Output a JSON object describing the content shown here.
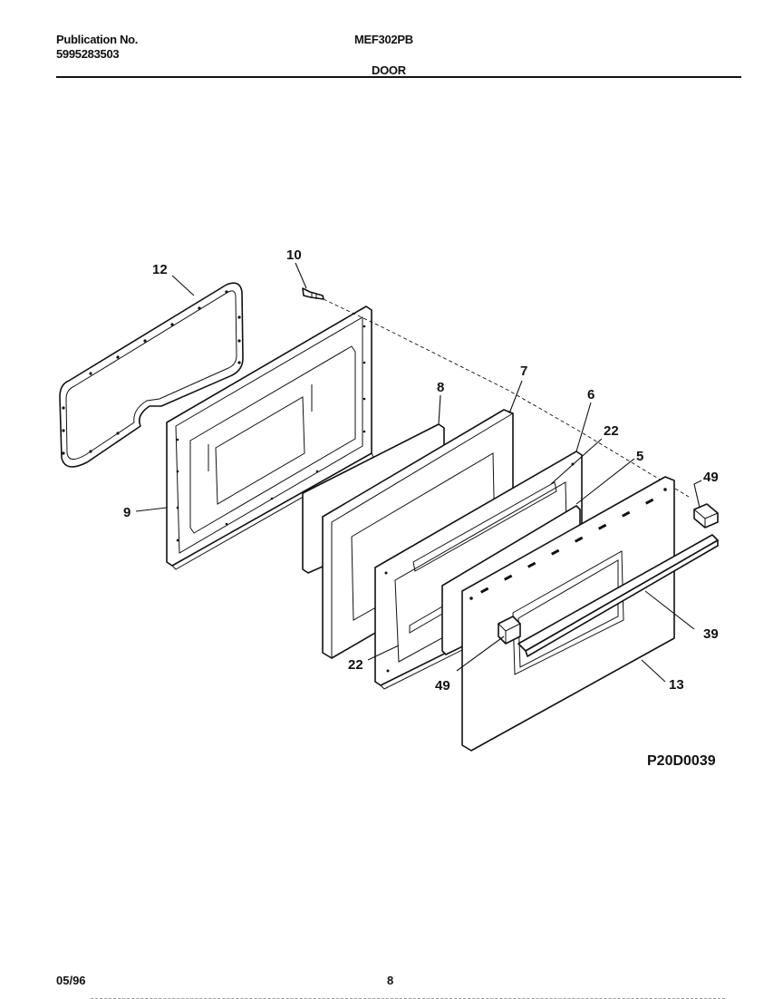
{
  "header": {
    "pub_label": "Publication No.",
    "pub_number": "5995283503",
    "model": "MEF302PB",
    "section": "DOOR"
  },
  "diagram": {
    "figure_id": "P20D0039",
    "callouts": {
      "c12": "12",
      "c10": "10",
      "c8": "8",
      "c7": "7",
      "c6": "6",
      "c22a": "22",
      "c5": "5",
      "c49a": "49",
      "c9": "9",
      "c39": "39",
      "c22b": "22",
      "c49b": "49",
      "c13": "13"
    }
  },
  "footer": {
    "date": "05/96",
    "page": "8"
  }
}
